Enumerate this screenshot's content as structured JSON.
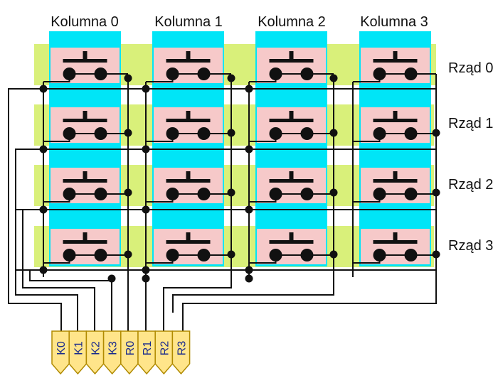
{
  "columns": [
    "Kolumna 0",
    "Kolumna 1",
    "Kolumna 2",
    "Kolumna 3"
  ],
  "rows": [
    "Rząd 0",
    "Rząd 1",
    "Rząd 2",
    "Rząd 3"
  ],
  "connector": {
    "pins": [
      "K0",
      "K1",
      "K2",
      "K3",
      "R0",
      "R1",
      "R2",
      "R3"
    ]
  },
  "colors": {
    "column_strip": "#00e5f7",
    "row_strip": "#d9f07a",
    "button_body": "#f6c9c9",
    "wire": "#111111",
    "connector_fill": "#ffe58a",
    "connector_stroke": "#b08a00",
    "pin_text": "#1a2a8c"
  }
}
